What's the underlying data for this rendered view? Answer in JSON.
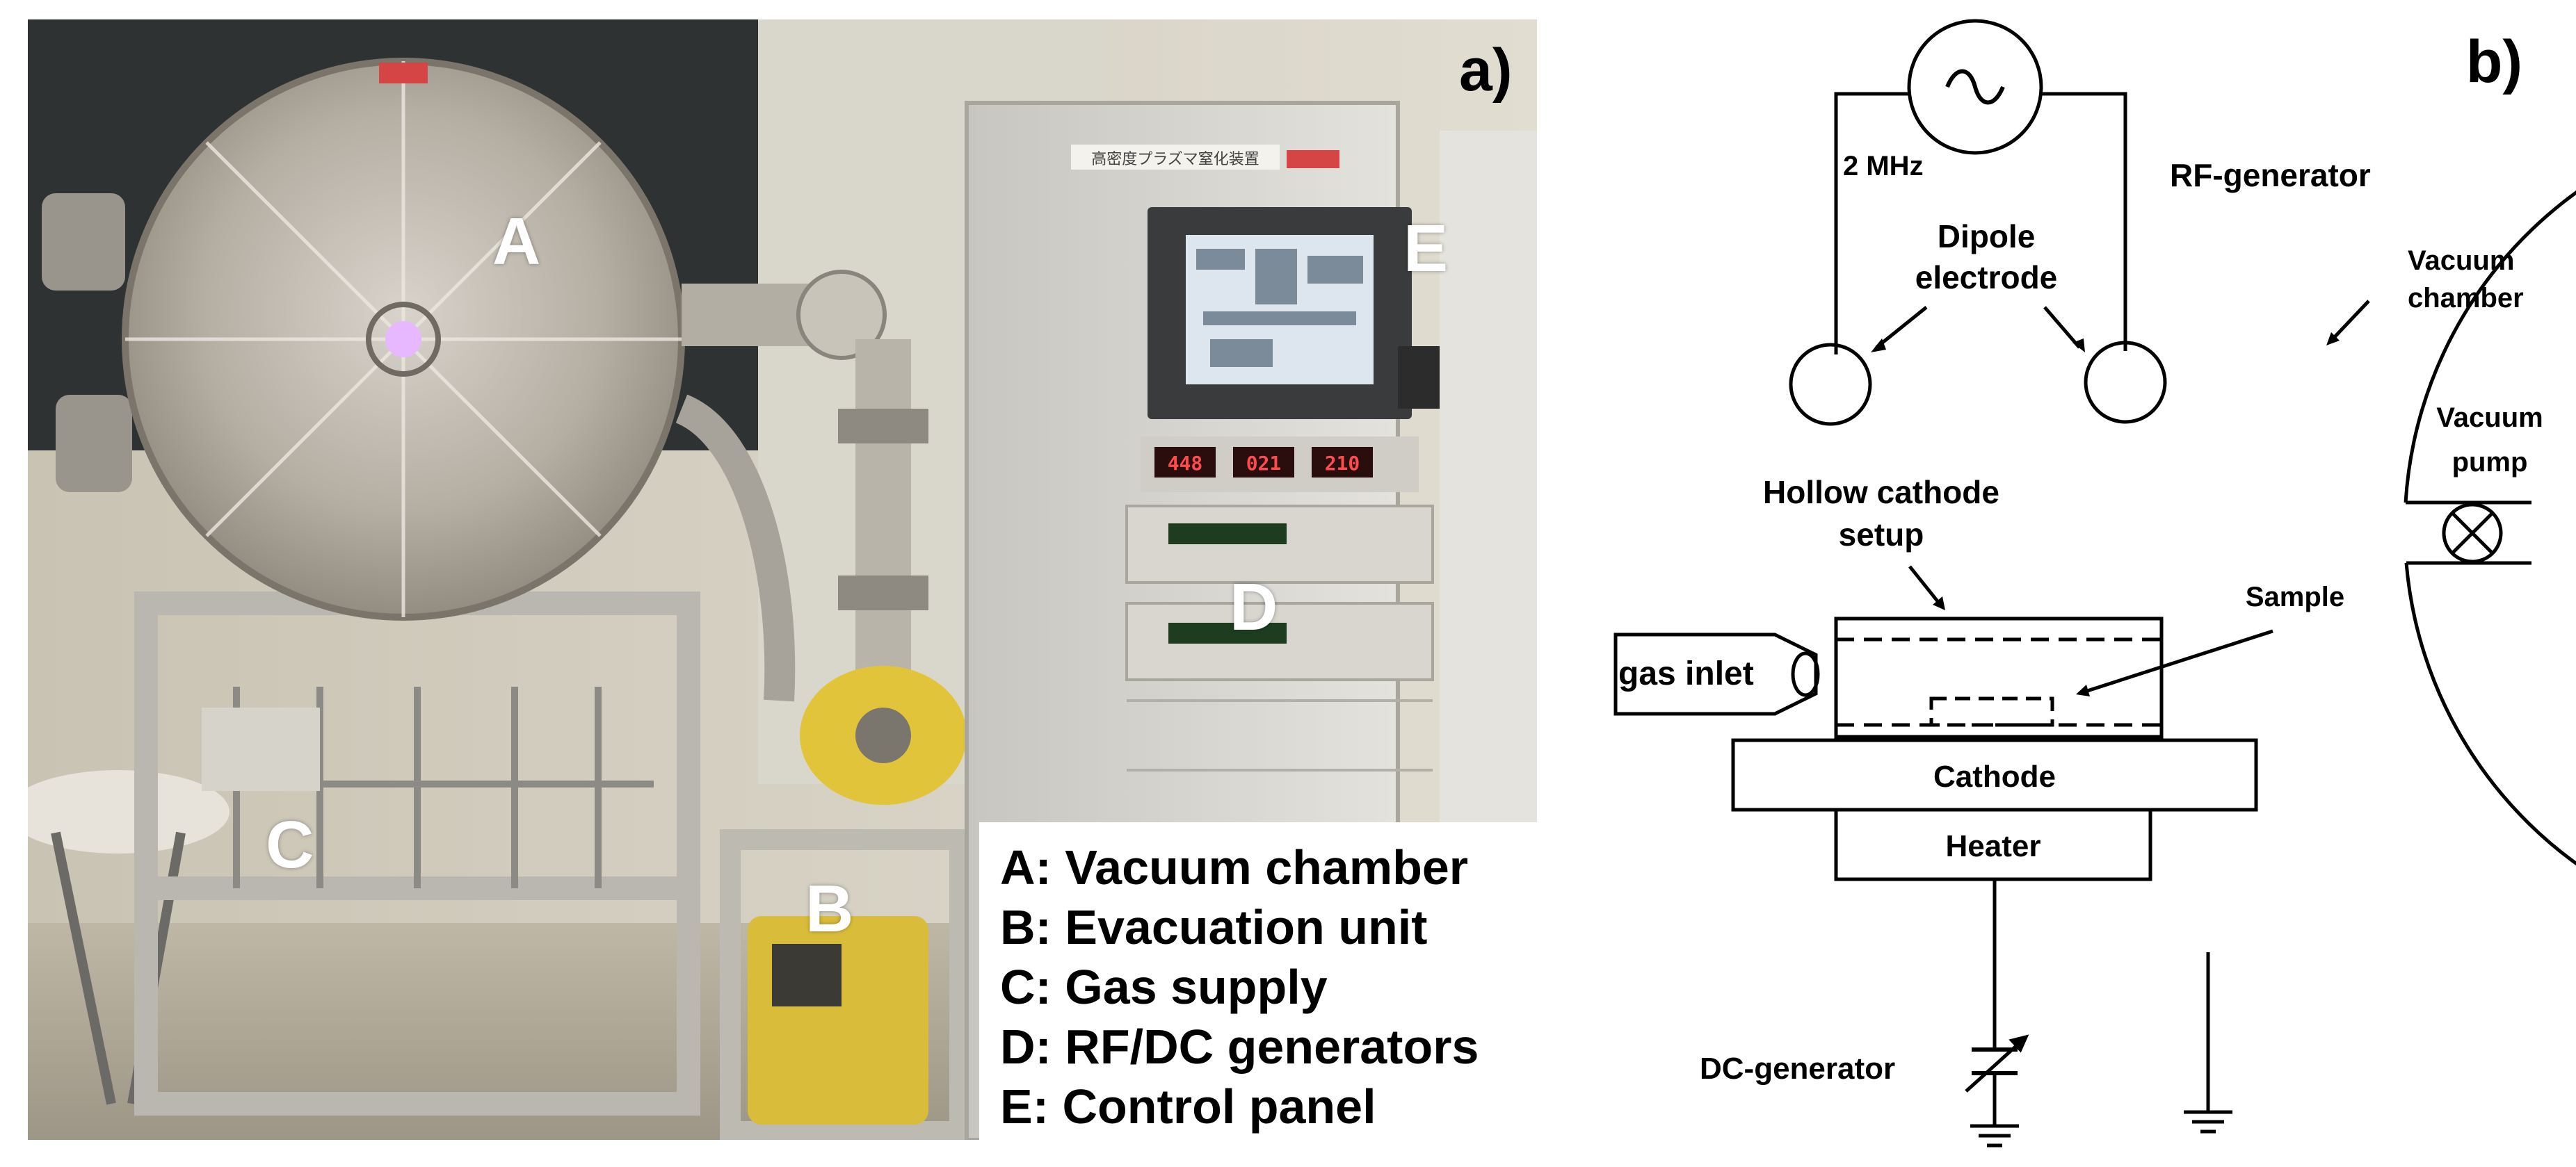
{
  "panel_a": {
    "label": "a)",
    "markers": {
      "A": "A",
      "B": "B",
      "C": "C",
      "D": "D",
      "E": "E"
    },
    "legend": [
      "A: Vacuum chamber",
      "B: Evacuation unit",
      "C: Gas supply",
      "D: RF/DC generators",
      "E: Control panel"
    ],
    "device_plate_text": "高密度プラズマ窒化装置",
    "panel_readouts": [
      "448",
      "021",
      "210"
    ]
  },
  "panel_b": {
    "label": "b)",
    "frequency": "2 MHz",
    "rf_generator": "RF-generator",
    "dipole_line1": "Dipole",
    "dipole_line2": "electrode",
    "vacuum_chamber_line1": "Vacuum",
    "vacuum_chamber_line2": "chamber",
    "vacuum_pump_line1": "Vacuum",
    "vacuum_pump_line2": "pump",
    "hollow_line1": "Hollow cathode",
    "hollow_line2": "setup",
    "sample": "Sample",
    "gas_inlet": "gas inlet",
    "cathode": "Cathode",
    "heater": "Heater",
    "dc_generator": "DC-generator"
  }
}
